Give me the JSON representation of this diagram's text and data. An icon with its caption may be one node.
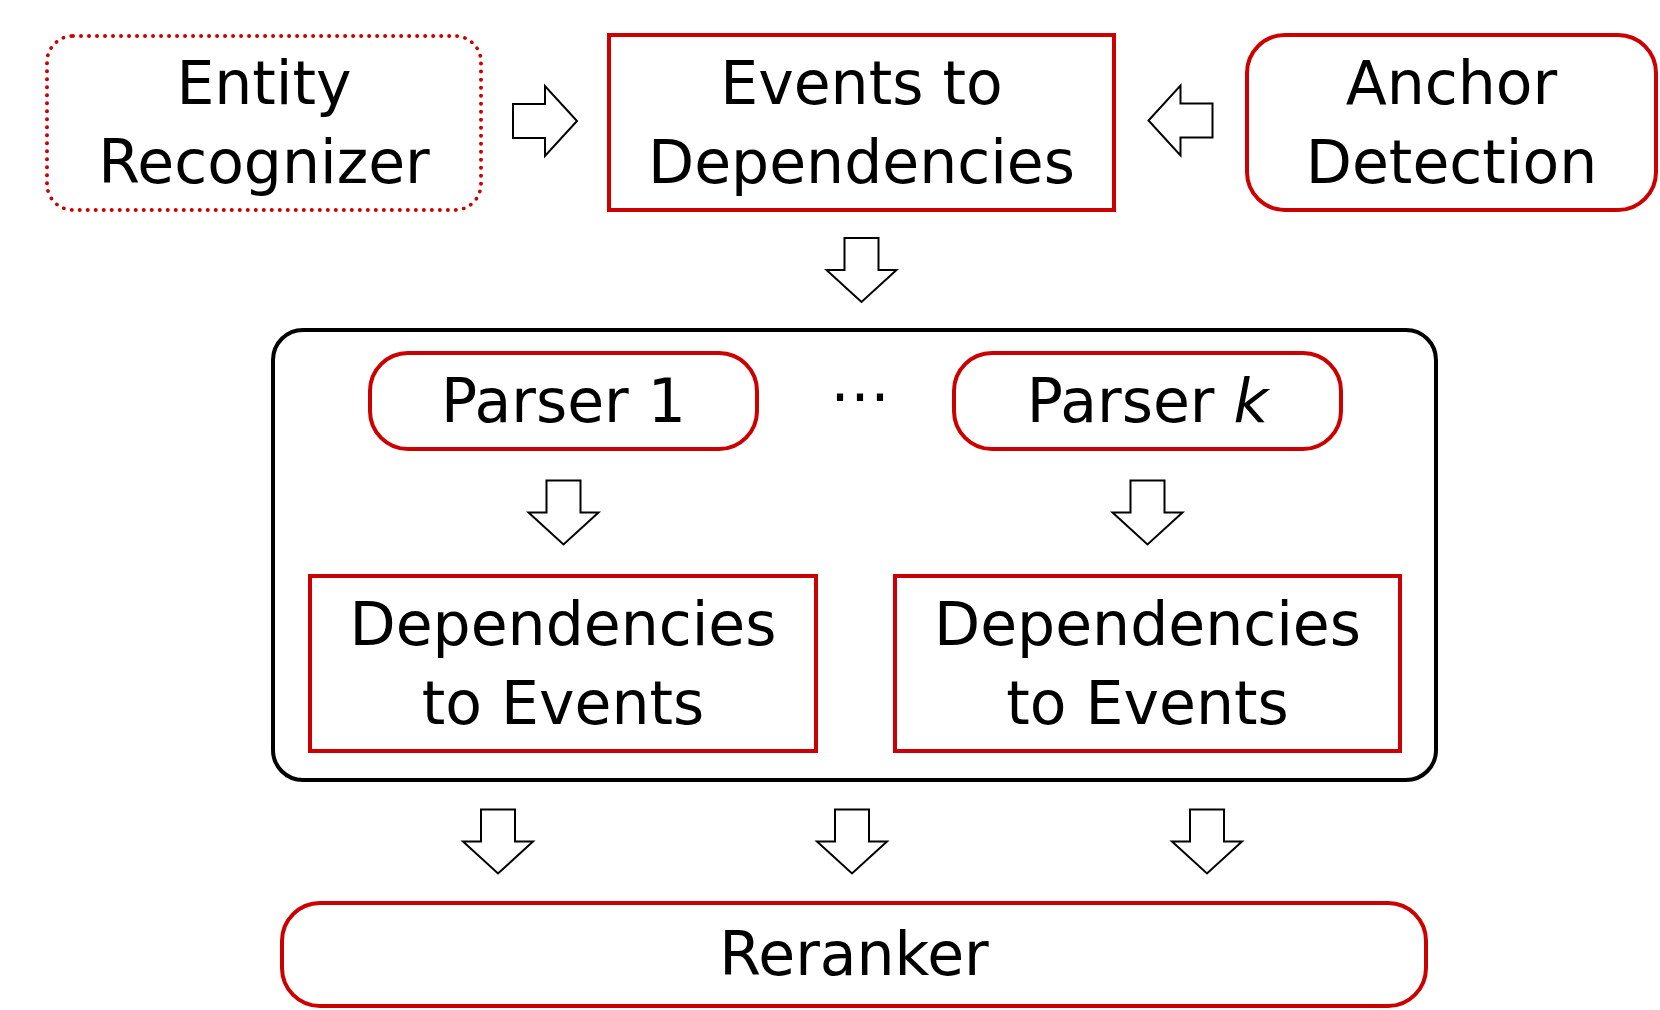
{
  "diagram": {
    "nodes": [
      {
        "text": [
          "Entity Recognizer"
        ]
      },
      {
        "text": [
          "Events to Dependencies"
        ]
      },
      {
        "text": [
          "Anchor Detection"
        ]
      },
      {
        "text": [],
        "shape": "box"
      },
      {
        "text": [
          "Parser 1"
        ],
        "in": 3
      },
      {
        "text": [
          "Parser *k*"
        ],
        "in": 3
      },
      {
        "text": [
          "Dependencies to Events"
        ],
        "in": 3
      },
      {
        "text": [
          "Dependencies to Events"
        ],
        "in": 3
      },
      {
        "text": [
          "Reranker"
        ]
      }
    ],
    "edges": [
      {
        "from": 0,
        "to": 1,
        "arrow": "to"
      },
      {
        "from": 2,
        "to": 1,
        "arrow": "to"
      },
      {
        "from": 1,
        "to": 3,
        "arrow": "to"
      },
      {
        "from": 4,
        "to": 6,
        "arrow": "to"
      },
      {
        "from": 5,
        "to": 7,
        "arrow": "to"
      },
      {
        "from": 3,
        "to": 8,
        "arrow": "to"
      },
      {
        "from": 3,
        "to": 8,
        "arrow": "to"
      },
      {
        "from": 3,
        "to": 8,
        "arrow": "to"
      }
    ],
    "labels": [
      "⋯"
    ]
  }
}
